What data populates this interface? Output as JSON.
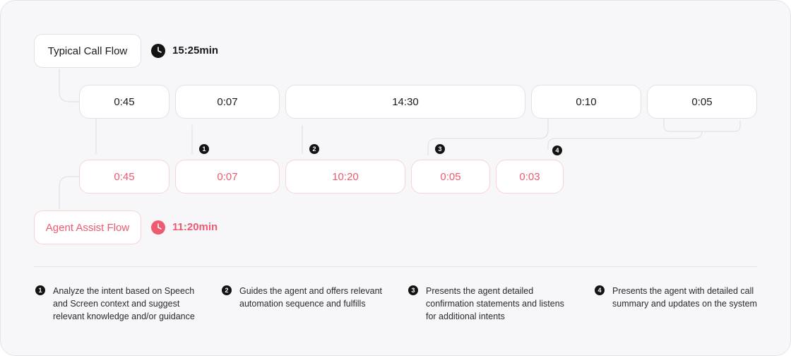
{
  "typical_flow": {
    "label": "Typical Call Flow",
    "total": "15:25min",
    "icon": "clock-icon",
    "segments": [
      "0:45",
      "0:07",
      "14:30",
      "0:10",
      "0:05"
    ]
  },
  "assist_flow": {
    "label": "Agent Assist Flow",
    "total": "11:20min",
    "icon": "clock-icon",
    "segments": [
      "0:45",
      "0:07",
      "10:20",
      "0:05",
      "0:03"
    ]
  },
  "markers": [
    "1",
    "2",
    "3",
    "4"
  ],
  "notes": [
    {
      "number": "1",
      "text": "Analyze the intent based on Speech and Screen context and suggest relevant knowledge and/or guidance"
    },
    {
      "number": "2",
      "text": "Guides the agent and offers relevant automation sequence and fulfills"
    },
    {
      "number": "3",
      "text": "Presents the agent detailed confirmation statements and listens for additional intents"
    },
    {
      "number": "4",
      "text": "Presents the agent with detailed call summary and updates on the system"
    }
  ],
  "colors": {
    "accent": "#ee5a6f",
    "dark": "#141414",
    "border": "#e2e2e6",
    "background": "#f7f7f9"
  }
}
